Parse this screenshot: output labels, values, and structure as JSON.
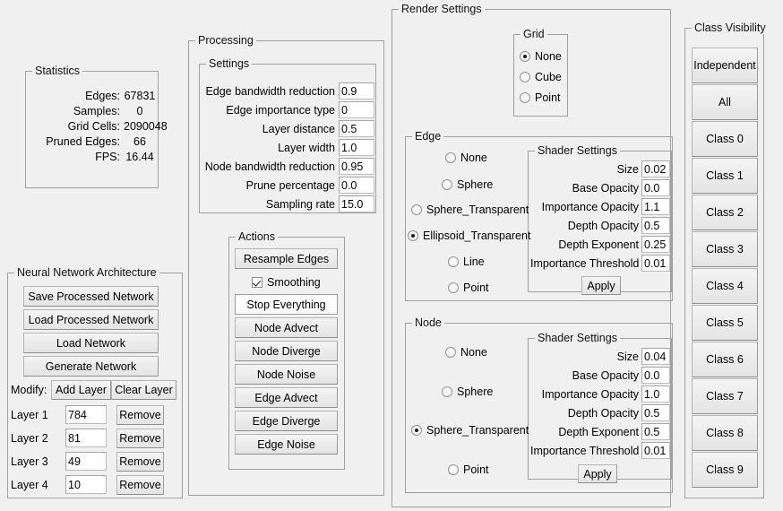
{
  "statistics": {
    "title": "Statistics",
    "rows": [
      {
        "label": "Edges:",
        "value": "67831"
      },
      {
        "label": "Samples:",
        "value": "0"
      },
      {
        "label": "Grid Cells:",
        "value": "2090048"
      },
      {
        "label": "Pruned Edges:",
        "value": "66"
      },
      {
        "label": "FPS:",
        "value": "16.44"
      }
    ]
  },
  "network": {
    "title": "Neural Network Architecture",
    "buttons": [
      "Save Processed Network",
      "Load Processed Network",
      "Load Network",
      "Generate Network"
    ],
    "modify_label": "Modify:",
    "add_layer": "Add Layer",
    "clear_layer": "Clear Layer",
    "remove_label": "Remove",
    "layers": [
      {
        "label": "Layer 1",
        "value": "784"
      },
      {
        "label": "Layer 2",
        "value": "81"
      },
      {
        "label": "Layer 3",
        "value": "49"
      },
      {
        "label": "Layer 4",
        "value": "10"
      }
    ]
  },
  "processing": {
    "title": "Processing",
    "settings": {
      "title": "Settings",
      "rows": [
        {
          "label": "Edge bandwidth reduction",
          "value": "0.9"
        },
        {
          "label": "Edge importance type",
          "value": "0"
        },
        {
          "label": "Layer distance",
          "value": "0.5"
        },
        {
          "label": "Layer width",
          "value": "1.0"
        },
        {
          "label": "Node bandwidth reduction",
          "value": "0.95"
        },
        {
          "label": "Prune percentage",
          "value": "0.0"
        },
        {
          "label": "Sampling rate",
          "value": "15.0"
        }
      ]
    },
    "actions": {
      "title": "Actions",
      "resample": "Resample Edges",
      "smoothing_label": "Smoothing",
      "smoothing_checked": true,
      "buttons": [
        "Stop Everything",
        "Node Advect",
        "Node Diverge",
        "Node Noise",
        "Edge Advect",
        "Edge Diverge",
        "Edge Noise"
      ]
    }
  },
  "render": {
    "title": "Render Settings",
    "grid": {
      "title": "Grid",
      "options": [
        "None",
        "Cube",
        "Point"
      ],
      "selected": "None"
    },
    "edge": {
      "title": "Edge",
      "options": [
        "None",
        "Sphere",
        "Sphere_Transparent",
        "Ellipsoid_Transparent",
        "Line",
        "Point"
      ],
      "selected": "Ellipsoid_Transparent",
      "shader": {
        "title": "Shader Settings",
        "rows": [
          {
            "label": "Size",
            "value": "0.02"
          },
          {
            "label": "Base Opacity",
            "value": "0.0"
          },
          {
            "label": "Importance Opacity",
            "value": "1.1"
          },
          {
            "label": "Depth Opacity",
            "value": "0.5"
          },
          {
            "label": "Depth Exponent",
            "value": "0.25"
          },
          {
            "label": "Importance Threshold",
            "value": "0.01"
          }
        ],
        "apply": "Apply"
      }
    },
    "node": {
      "title": "Node",
      "options": [
        "None",
        "Sphere",
        "Sphere_Transparent",
        "Point"
      ],
      "selected": "Sphere_Transparent",
      "shader": {
        "title": "Shader Settings",
        "rows": [
          {
            "label": "Size",
            "value": "0.04"
          },
          {
            "label": "Base Opacity",
            "value": "0.0"
          },
          {
            "label": "Importance Opacity",
            "value": "1.0"
          },
          {
            "label": "Depth Opacity",
            "value": "0.5"
          },
          {
            "label": "Depth Exponent",
            "value": "0.5"
          },
          {
            "label": "Importance Threshold",
            "value": "0.01"
          }
        ],
        "apply": "Apply"
      }
    }
  },
  "class_visibility": {
    "title": "Class Visibility",
    "buttons": [
      "Independent",
      "All",
      "Class 0",
      "Class 1",
      "Class 2",
      "Class 3",
      "Class 4",
      "Class 5",
      "Class 6",
      "Class 7",
      "Class 8",
      "Class 9"
    ]
  },
  "colors": {
    "background": "#f0f0f0",
    "frame_border": "#a0a0a0",
    "button_face": "#ececec",
    "edit_background": "#ffffff"
  }
}
